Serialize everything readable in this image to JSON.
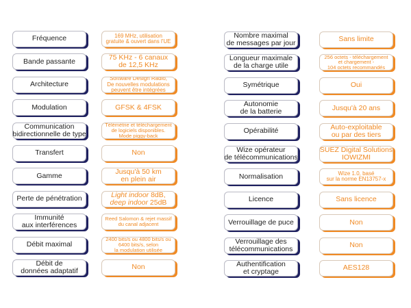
{
  "left": [
    {
      "label": [
        "Fréquence"
      ],
      "value": [
        "169 MHz, utilisation",
        "gratuite & ouvert dans l'UE"
      ],
      "size": "s"
    },
    {
      "label": [
        "Bande passante"
      ],
      "value": [
        "75 KHz - 6 canaux",
        "de 12,5 KHz"
      ],
      "size": ""
    },
    {
      "label": [
        "Architecture"
      ],
      "value": [
        "Software Design Radio,",
        "De nouvelles modulations",
        "peuvent être intégrées"
      ],
      "size": "s"
    },
    {
      "label": [
        "Modulation"
      ],
      "value": [
        "GFSK & 4FSK"
      ],
      "size": ""
    },
    {
      "label": [
        "Communication",
        "bidirectionnelle de type"
      ],
      "value": [
        "Télémétrie et téléchargement",
        "de logiciels disponibles.",
        "Mode piggy-back"
      ],
      "size": "xs"
    },
    {
      "label": [
        "Transfert"
      ],
      "value": [
        "Non"
      ],
      "size": ""
    },
    {
      "label": [
        "Gamme"
      ],
      "value": [
        "Jusqu'à 50 km",
        "en plein air"
      ],
      "size": ""
    },
    {
      "label": [
        "Perte de pénétration"
      ],
      "value": [
        "Light indoor 8dB,",
        "deep indoor 25dB"
      ],
      "italic": [
        "Light indoor",
        "deep indoor"
      ],
      "size": ""
    },
    {
      "label": [
        "Immunité",
        "aux interférences"
      ],
      "value": [
        "Reed Salomon & rejet massif",
        "du canal adjacent"
      ],
      "size": "xs"
    },
    {
      "label": [
        "Débit maximal"
      ],
      "value": [
        "2400 bits/s ou 4800 bits/s ou",
        "6400 bits/s, selon",
        "la modulation utilisée"
      ],
      "size": "xs"
    },
    {
      "label": [
        "Débit de",
        "données adaptatif"
      ],
      "value": [
        "Non"
      ],
      "size": ""
    }
  ],
  "right": [
    {
      "label": [
        "Nombre maximal",
        "de messages par jour"
      ],
      "value": [
        "Sans limite"
      ],
      "size": ""
    },
    {
      "label": [
        "Longueur maximale",
        "de la charge utile"
      ],
      "value": [
        "256 octets - téléchargement",
        "et chargement -",
        "104 octets recommandés"
      ],
      "size": "xs"
    },
    {
      "label": [
        "Symétrique"
      ],
      "value": [
        "Oui"
      ],
      "size": ""
    },
    {
      "label": [
        "Autonomie",
        "de la batterie"
      ],
      "value": [
        "Jusqu'à 20 ans"
      ],
      "size": ""
    },
    {
      "label": [
        "Opérabilité"
      ],
      "value": [
        "Auto-exploitable",
        "ou par des tiers"
      ],
      "size": ""
    },
    {
      "label": [
        "Wize opérateur",
        "de télécommunications"
      ],
      "value": [
        "SUEZ Digital Solutions",
        "IOWIZMI"
      ],
      "size": ""
    },
    {
      "label": [
        "Normalisation"
      ],
      "value": [
        "Wize 1.0, basé",
        "sur la norme EN13757-x"
      ],
      "size": "s"
    },
    {
      "label": [
        "Licence"
      ],
      "value": [
        "Sans licence"
      ],
      "size": ""
    },
    {
      "label": [
        "Verrouillage de puce"
      ],
      "value": [
        "Non"
      ],
      "size": ""
    },
    {
      "label": [
        "Verrouillage des",
        "télécommunications"
      ],
      "value": [
        "Non"
      ],
      "size": ""
    },
    {
      "label": [
        "Authentification",
        "et cryptage"
      ],
      "value": [
        "AES128"
      ],
      "size": ""
    }
  ]
}
